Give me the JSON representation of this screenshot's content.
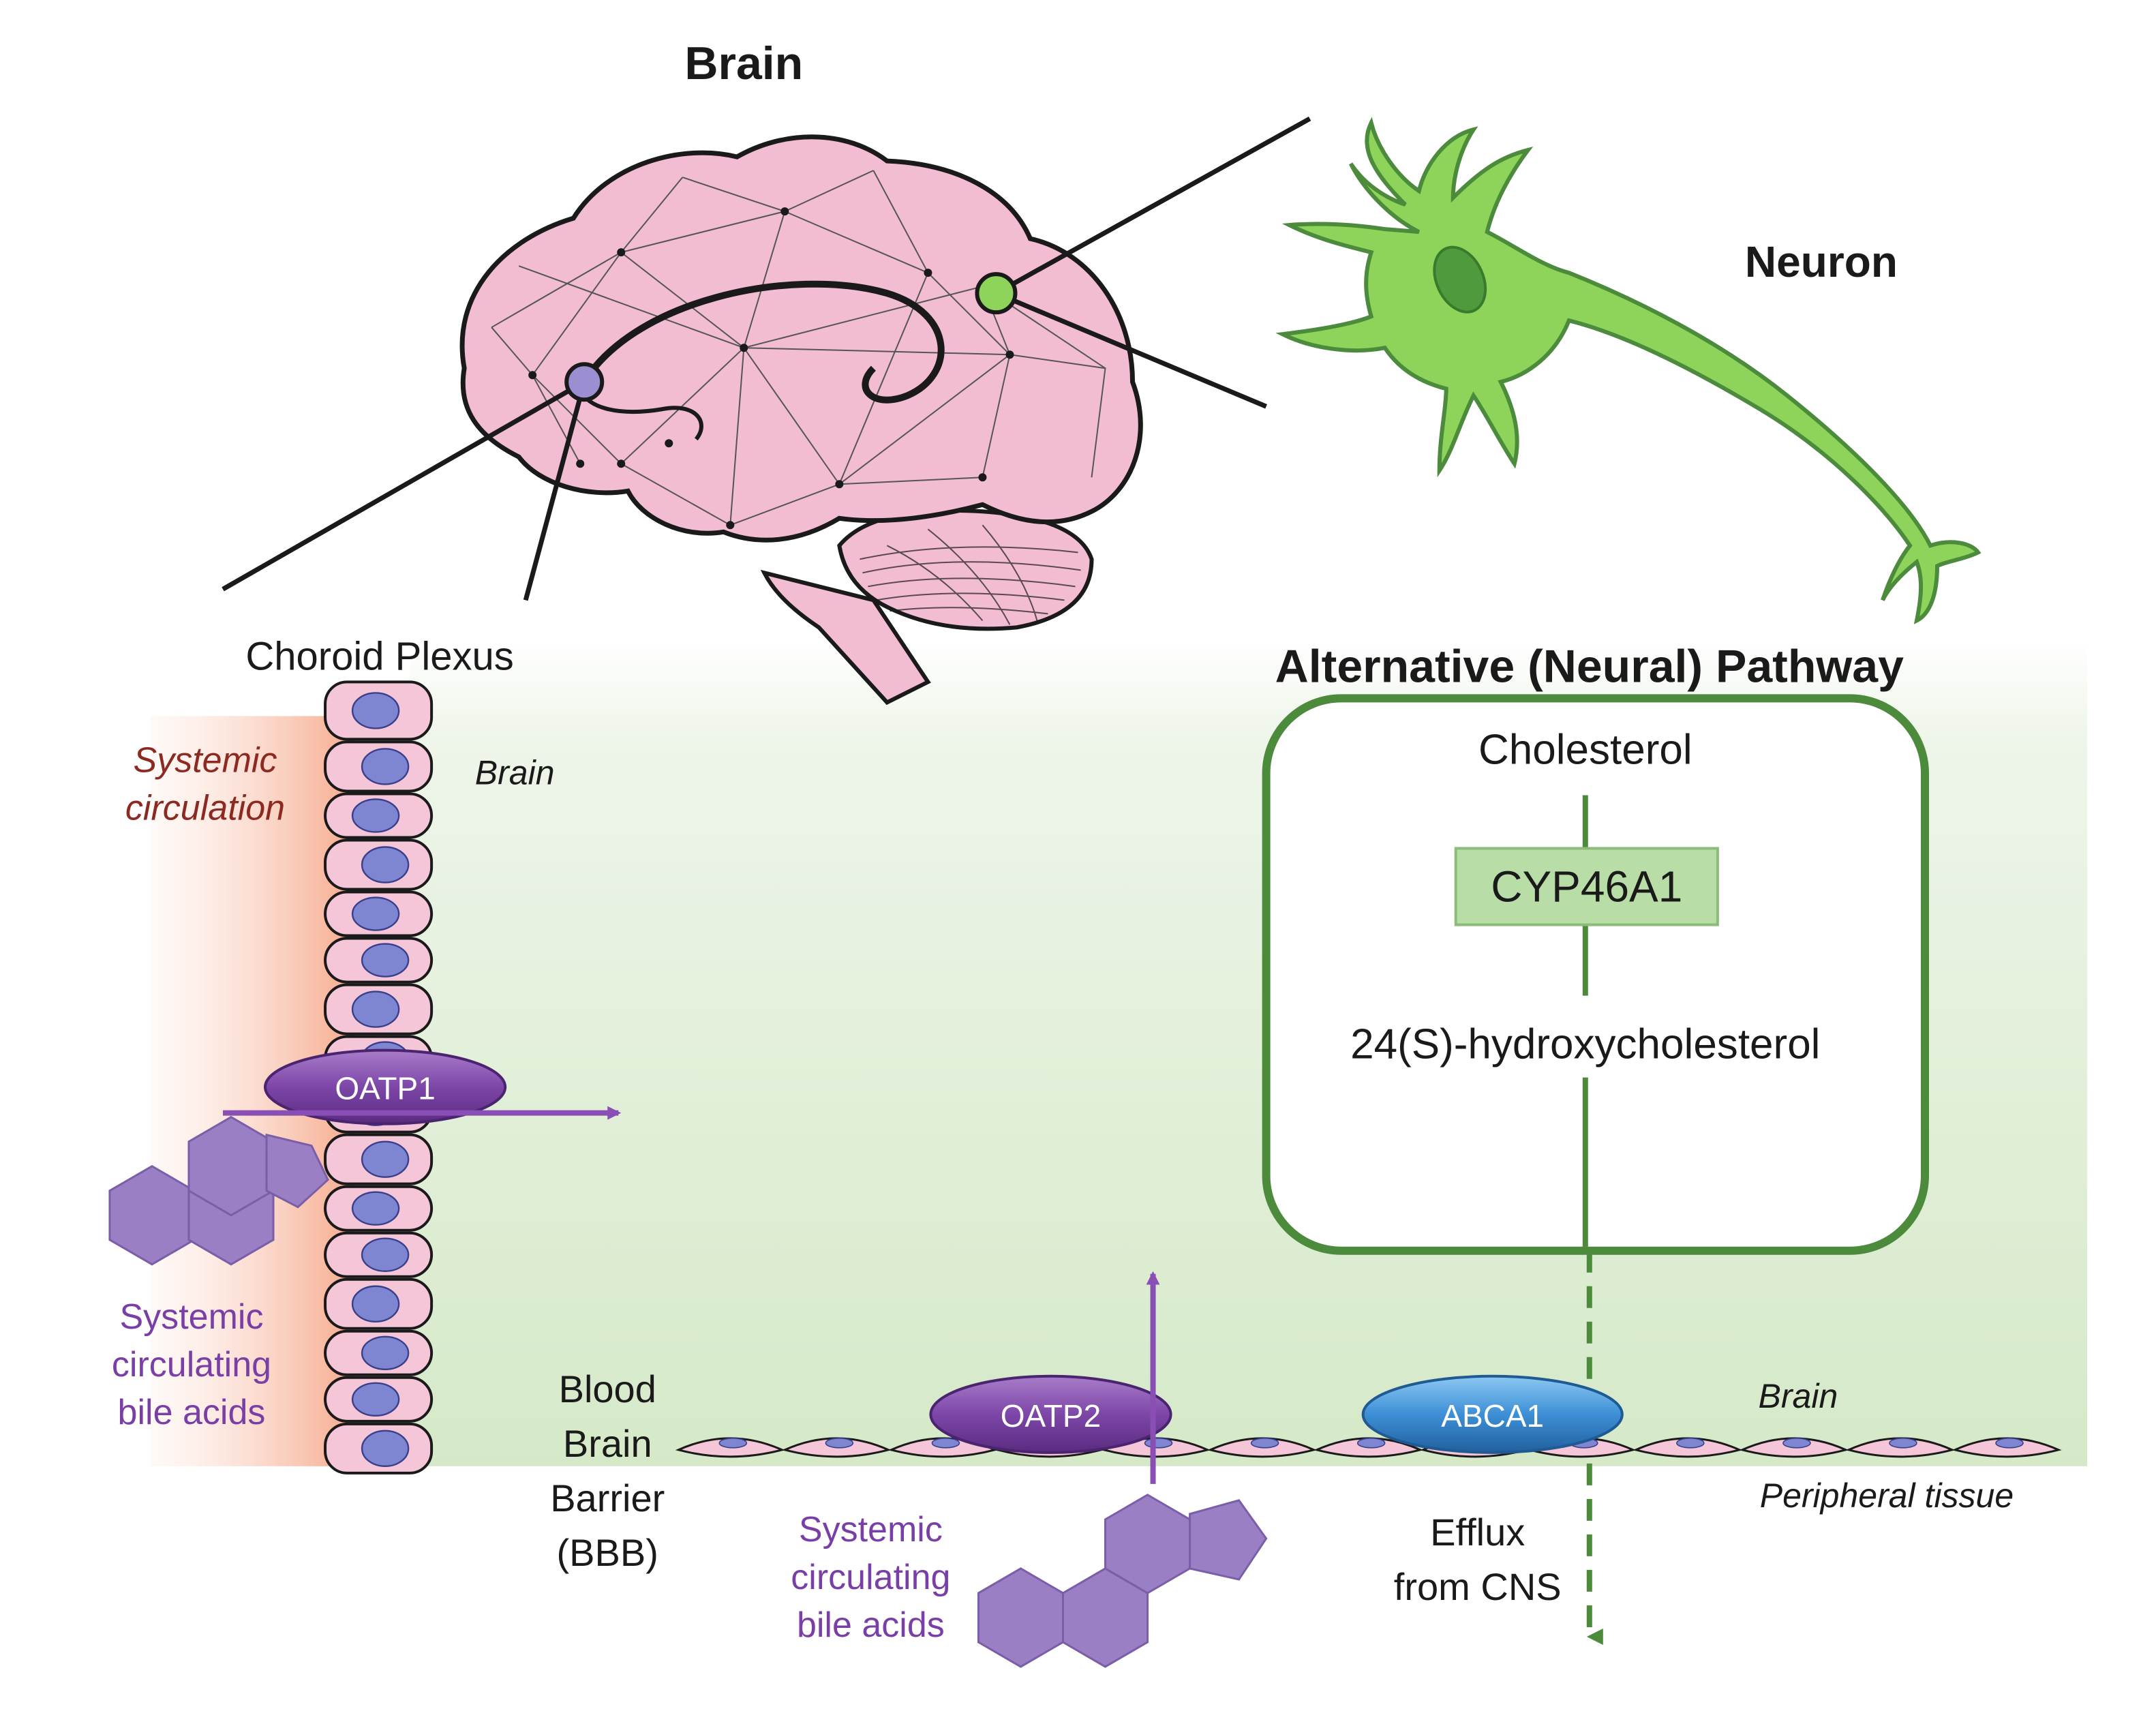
{
  "titles": {
    "brain": "Brain",
    "neuron": "Neuron",
    "pathway": "Alternative (Neural) Pathway"
  },
  "labels": {
    "choroid_plexus": "Choroid Plexus",
    "systemic_circulation_line1": "Systemic",
    "systemic_circulation_line2": "circulation",
    "brain_side_choroid": "Brain",
    "bile_acids_left": [
      "Systemic",
      "circulating",
      "bile acids"
    ],
    "bbb": [
      "Blood",
      "Brain",
      "Barrier",
      "(BBB)"
    ],
    "bile_acids_bottom": [
      "Systemic",
      "circulating",
      "bile acids"
    ],
    "efflux": [
      "Efflux",
      "from CNS"
    ],
    "brain_side_bbb": "Brain",
    "peripheral_tissue": "Peripheral tissue"
  },
  "pathway": {
    "substrate": "Cholesterol",
    "enzyme": "CYP46A1",
    "product": "24(S)-hydroxycholesterol"
  },
  "transporters": {
    "oatp1": "OATP1",
    "oatp2": "OATP2",
    "abca1": "ABCA1"
  },
  "colors": {
    "pink_tissue": "#f4c6d8",
    "nucleus_blue": "#7f86d1",
    "transporter_purple": "#7d46a8",
    "abca1_blue": "#3d8fd6",
    "pathway_green": "#4c8a3c",
    "neuron_green": "#8fd45a",
    "bile_acid_purple": "#9a7fc4",
    "circulation_red": "#f6a98c"
  }
}
